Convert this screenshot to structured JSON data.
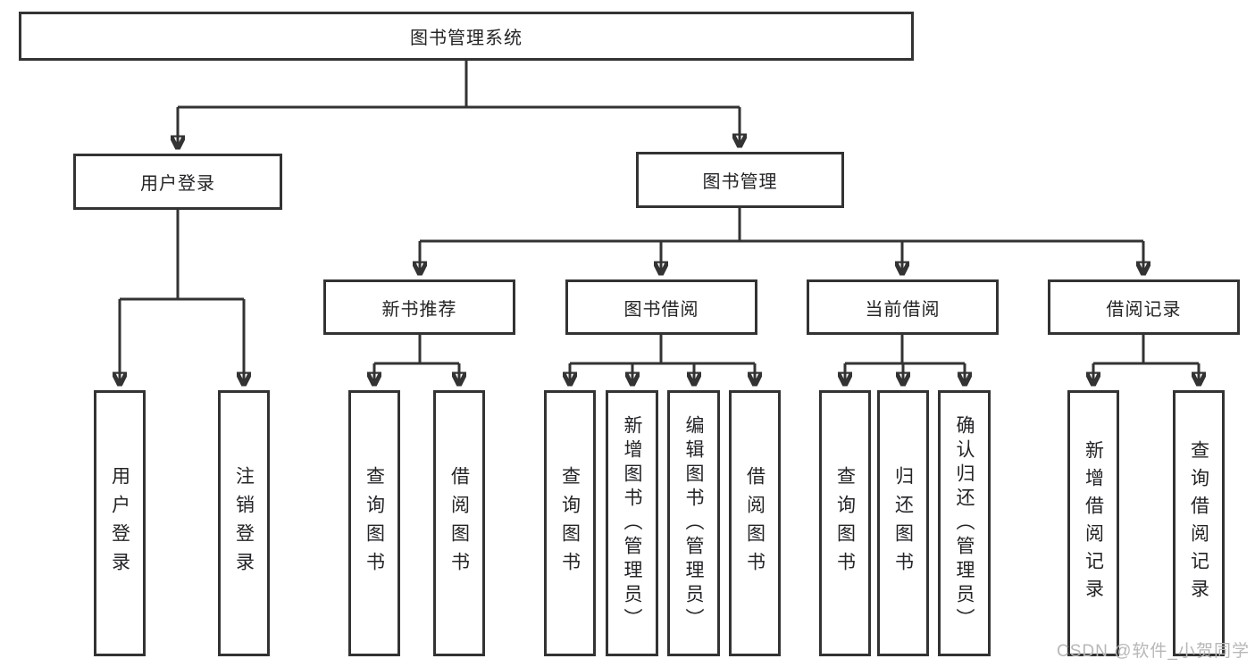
{
  "diagram": {
    "tree": {
      "root": {
        "label": "图书管理系统",
        "children": [
          {
            "label": "用户登录",
            "children": [
              {
                "label": "用户登录"
              },
              {
                "label": "注销登录"
              }
            ]
          },
          {
            "label": "图书管理",
            "children": [
              {
                "label": "新书推荐",
                "children": [
                  {
                    "label": "查询图书"
                  },
                  {
                    "label": "借阅图书"
                  }
                ]
              },
              {
                "label": "图书借阅",
                "children": [
                  {
                    "label": "查询图书"
                  },
                  {
                    "label": "新增图书（管理员）"
                  },
                  {
                    "label": "编辑图书（管理员）"
                  },
                  {
                    "label": "借阅图书"
                  }
                ]
              },
              {
                "label": "当前借阅",
                "children": [
                  {
                    "label": "查询图书"
                  },
                  {
                    "label": "归还图书"
                  },
                  {
                    "label": "确认归还（管理员）"
                  }
                ]
              },
              {
                "label": "借阅记录",
                "children": [
                  {
                    "label": "新增借阅记录"
                  },
                  {
                    "label": "查询借阅记录"
                  }
                ]
              }
            ]
          }
        ]
      }
    },
    "colors": {
      "line": "#333333",
      "border": "#333333",
      "text": "#242428",
      "watermark": "#b7b7bb",
      "background": "#ffffff"
    },
    "watermark": "CSDN @软件_小贺同学"
  }
}
